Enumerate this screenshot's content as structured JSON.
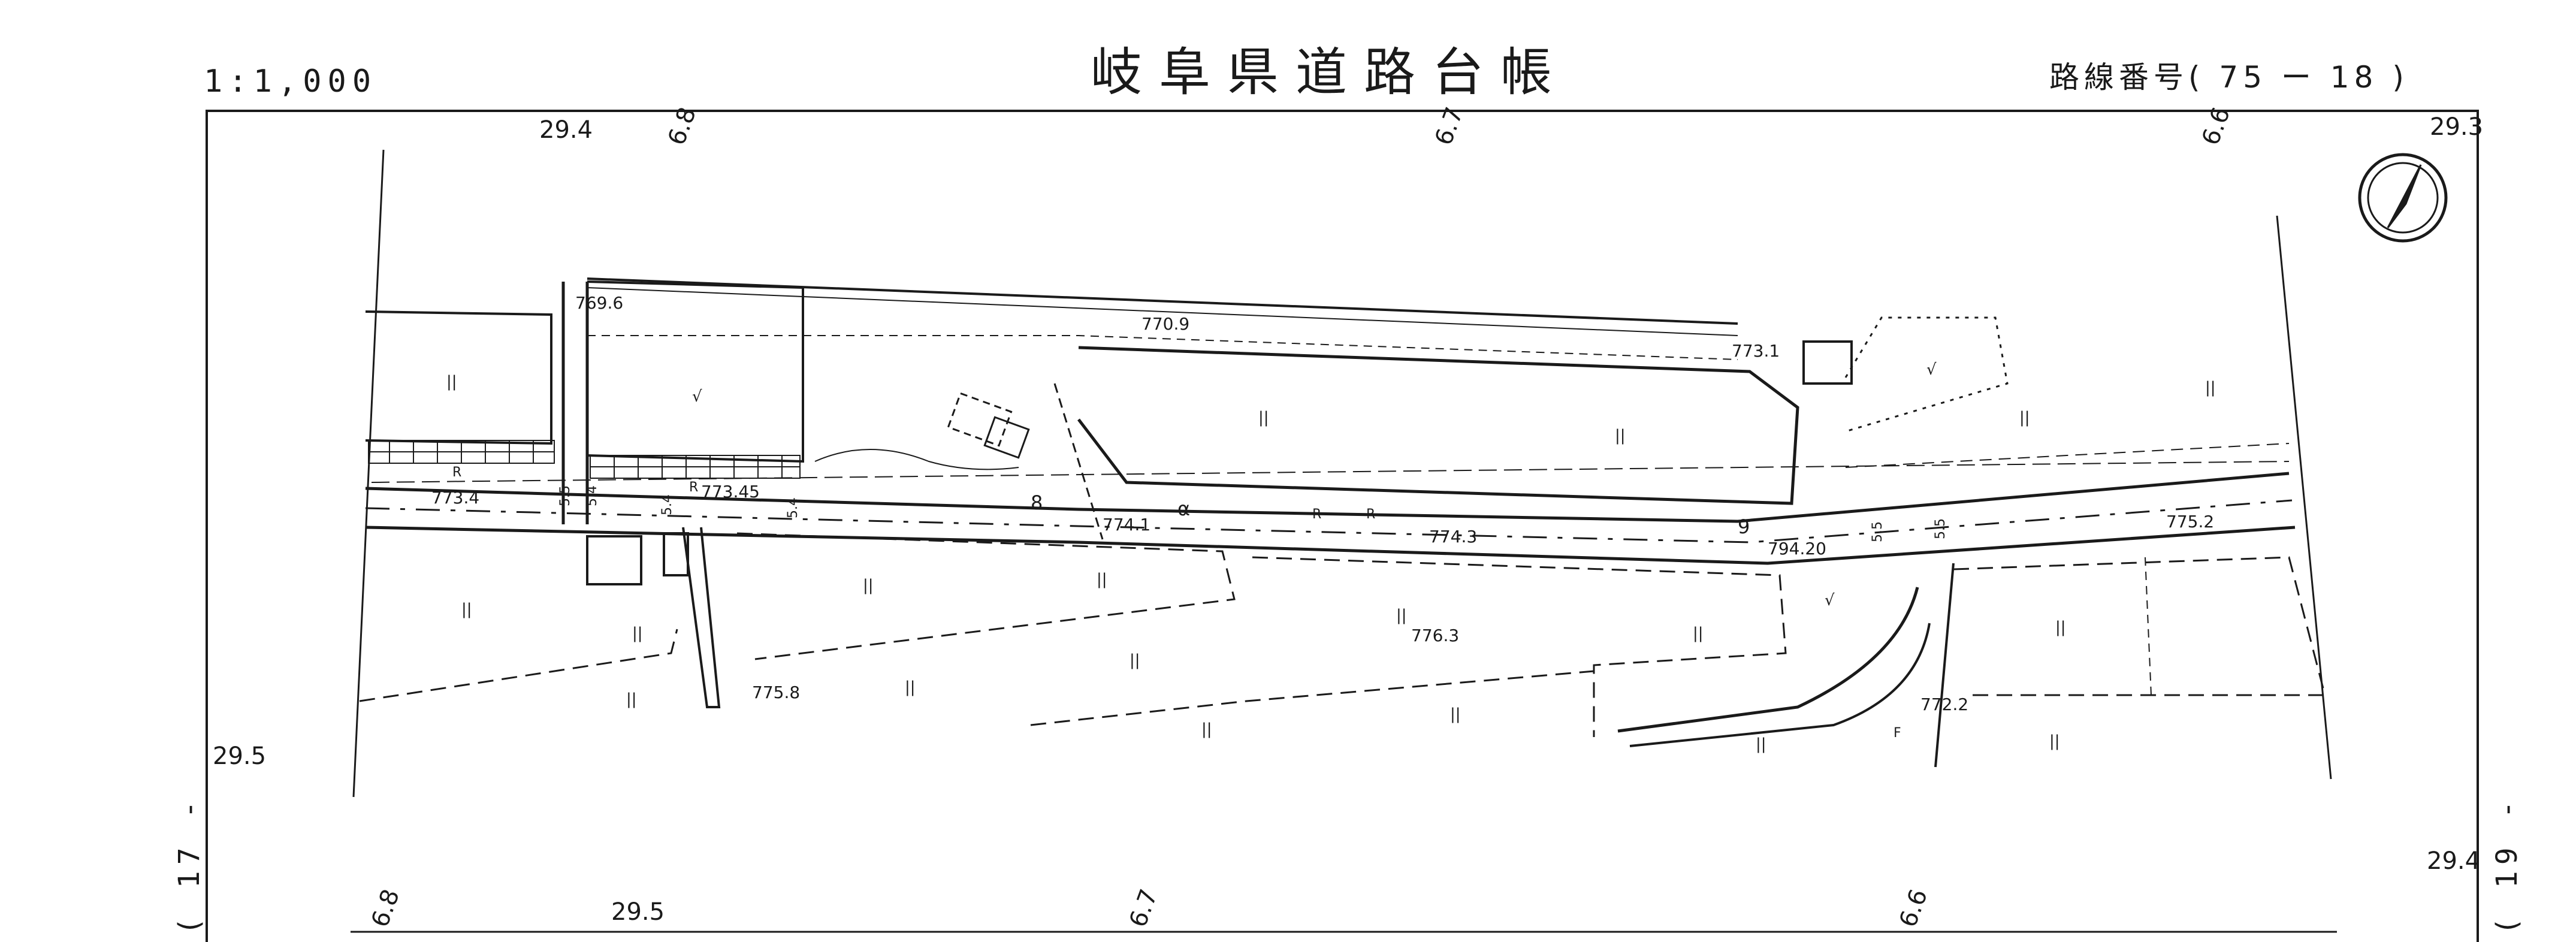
{
  "sheet": {
    "title": "岐阜県道路台帳",
    "scale": "1:1,000",
    "route_number": "路線番号( 75 ー 18 )",
    "prev_sheet": "( 17 -",
    "next_sheet": "( 19 -"
  },
  "grid_labels": {
    "top": [
      "29.4",
      "6.8",
      "6.7",
      "6.6",
      "29.3"
    ],
    "left": "29.5",
    "right": "29.4",
    "bottom": [
      "6.8",
      "29.5",
      "6.7",
      "6.6"
    ]
  },
  "elevations": [
    "769.6",
    "770.9",
    "773.1",
    "773.4",
    "773.45",
    "774.1",
    "774.3",
    "794.20",
    "775.2",
    "776.3",
    "775.8",
    "772.2"
  ],
  "road_widths": [
    "5.5",
    "5.4",
    "5.4",
    "5.4",
    "5.5",
    "5.5"
  ],
  "road_codes": [
    "8",
    "α",
    "9"
  ],
  "small_marks": [
    "R",
    "R",
    "R",
    "R",
    "F"
  ],
  "parcel_marks": [
    "||",
    "√",
    "||",
    "||",
    "√",
    "||",
    "||",
    "||",
    "||",
    "||",
    "||",
    "||",
    "||",
    "||",
    "||",
    "||",
    "||",
    "||",
    "||",
    "||",
    "||",
    "√"
  ],
  "colors": {
    "line": "#1a1a1a",
    "paper": "#ffffff"
  },
  "icons": {
    "north_arrow": "north-arrow-icon"
  }
}
